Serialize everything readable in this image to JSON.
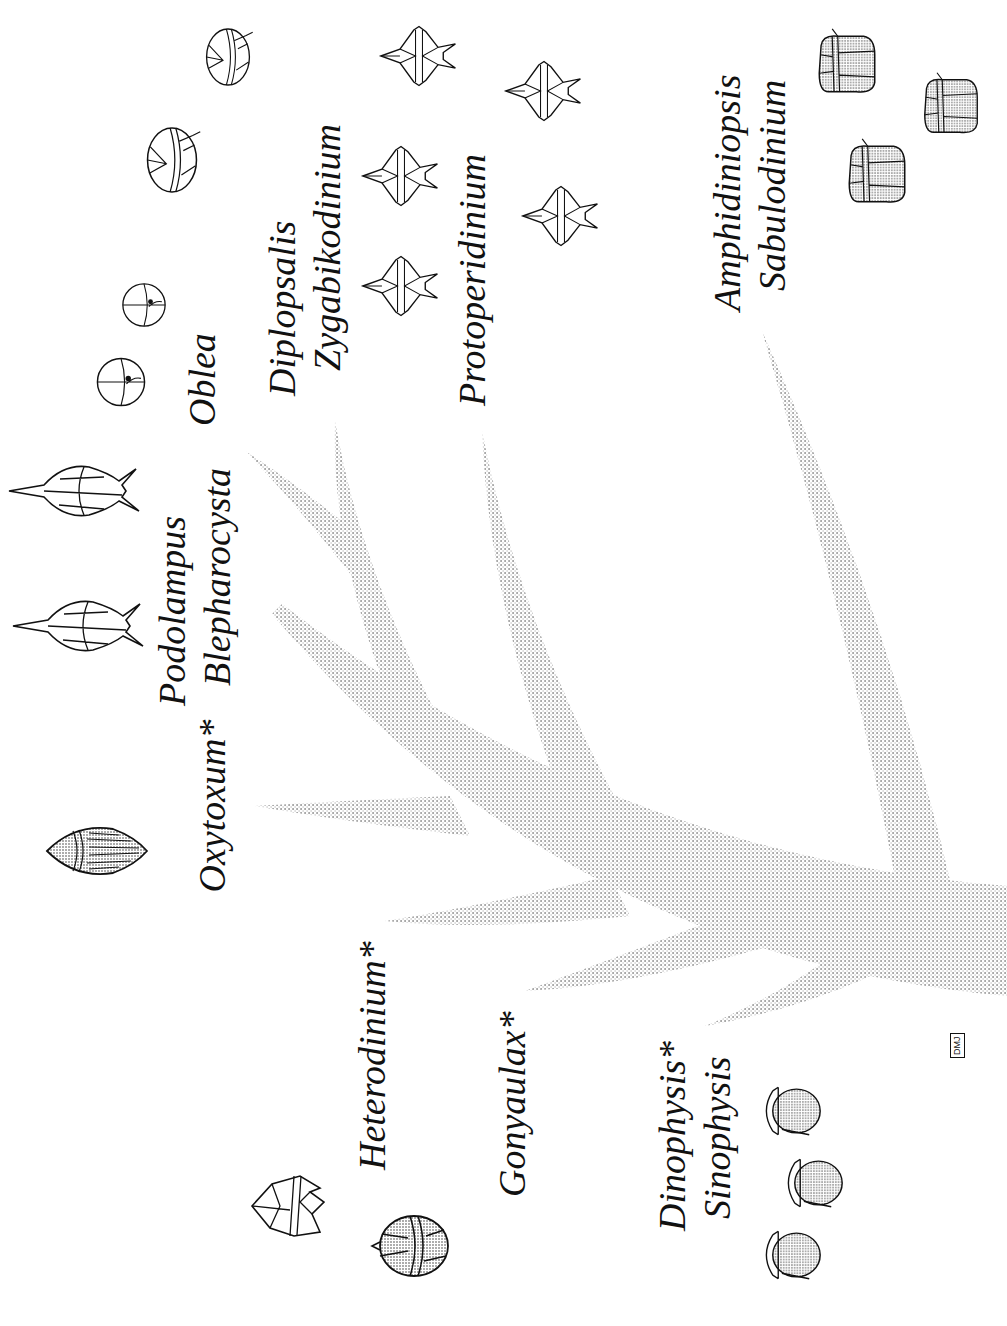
{
  "diagram": {
    "nodes": [
      {
        "text": [
          "DMJ"
        ]
      }
    ],
    "labels": [
      "Podolampus",
      "Blepharocysta",
      "Oblea",
      "Diplopsalis",
      "Zygabikodinium",
      "Protoperidinium",
      "Amphidiniopsis",
      "Sabulodinium",
      "Oxytoxum*",
      "Heterodinium*",
      "Gonyaulax*",
      "Dinophysis*",
      "Sinophysis"
    ]
  }
}
